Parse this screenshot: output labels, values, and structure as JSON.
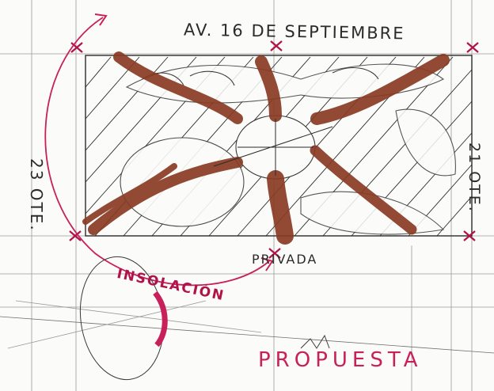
{
  "labels": {
    "top_street": "AV. 16 DE SEPTIEMBRE",
    "left_street": "23 OTE.",
    "right_street": "21 OTE.",
    "bottom_street": "PRIVADA",
    "sun_arc": "INSOLACIÓN",
    "title": "PROPUESTA"
  },
  "colors": {
    "ink": "#2b2b2b",
    "marker_brown": "#8a3b24",
    "magenta": "#c8205a",
    "paper": "#fbfbf9"
  }
}
